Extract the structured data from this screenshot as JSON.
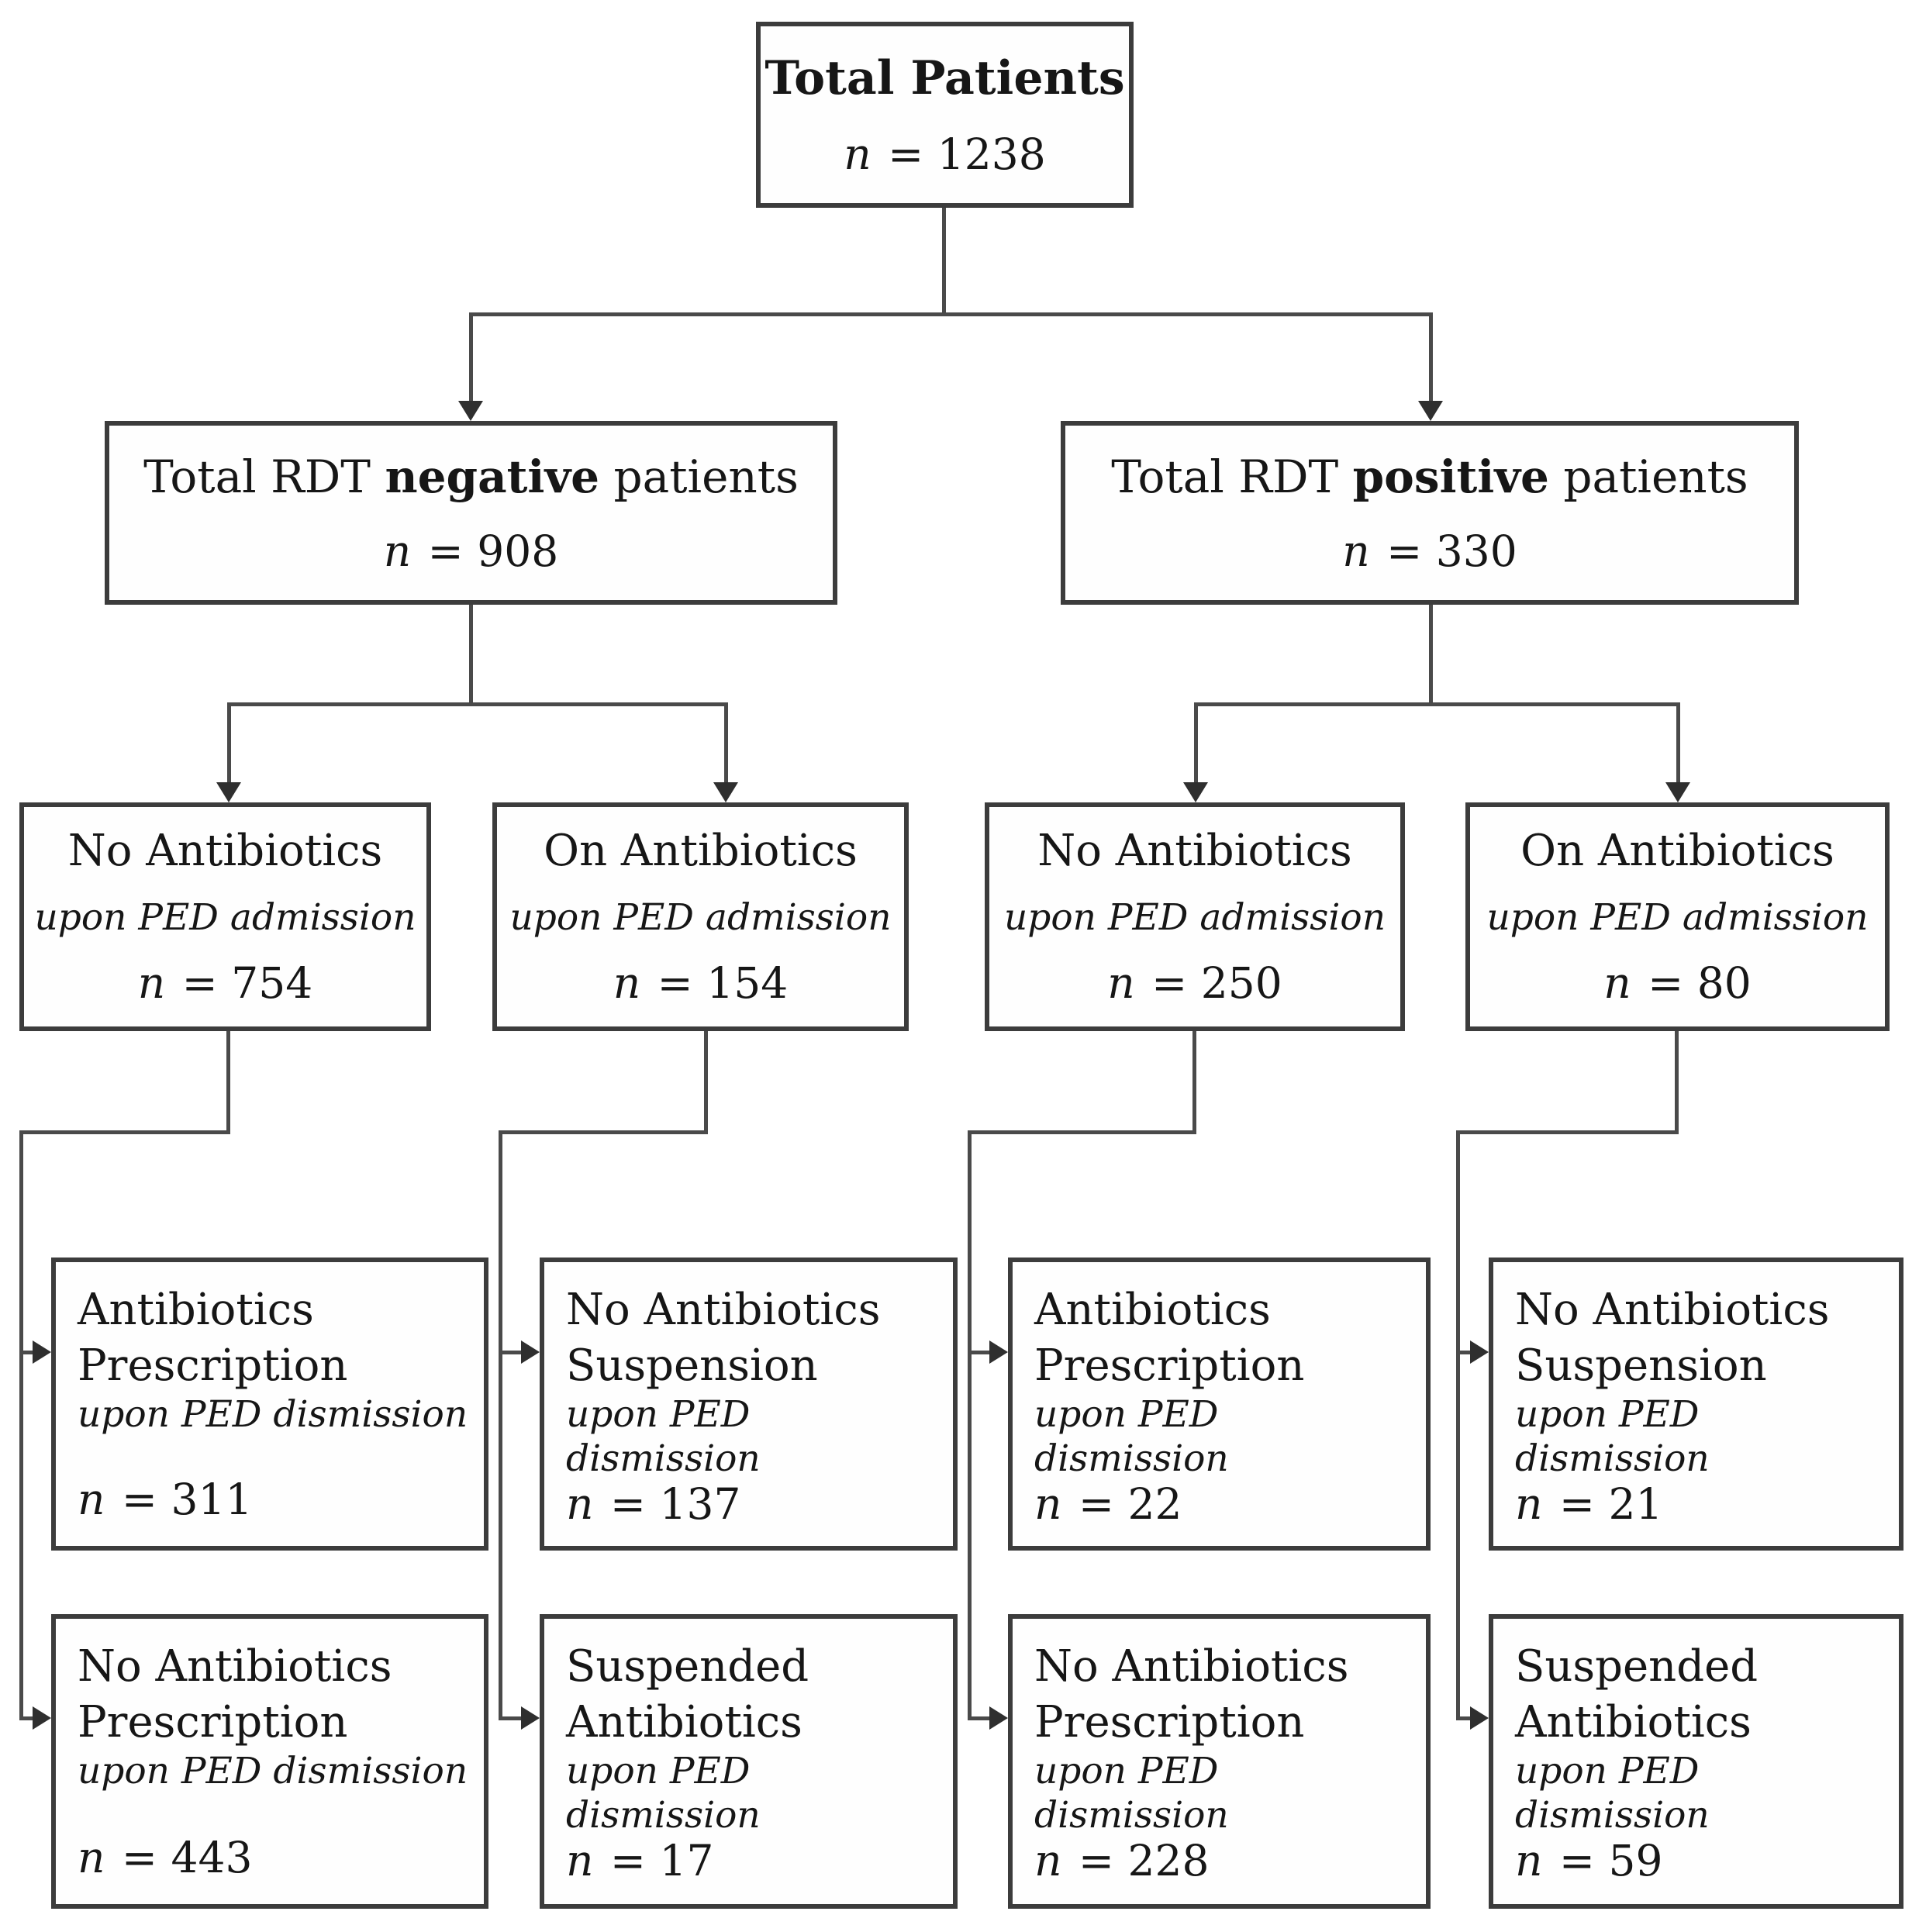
{
  "palette": {
    "background": "#ffffff",
    "box_border": "#3c3c3c",
    "connector": "#4a4a4a",
    "text": "#161616"
  },
  "root": {
    "title": "Total Patients",
    "n_var": "n",
    "n_rest": " = 1238"
  },
  "level2": [
    {
      "title_pre": "Total RDT ",
      "title_bold": "negative",
      "title_post": " patients",
      "n_var": "n",
      "n_rest": " = 908"
    },
    {
      "title_pre": "Total RDT ",
      "title_bold": "positive",
      "title_post": " patients",
      "n_var": "n",
      "n_rest": " = 330"
    }
  ],
  "level3": [
    {
      "title": "No Antibiotics",
      "subtitle": "upon PED admission",
      "n_var": "n",
      "n_rest": " = 754"
    },
    {
      "title": "On Antibiotics",
      "subtitle": "upon PED admission",
      "n_var": "n",
      "n_rest": " = 154"
    },
    {
      "title": "No Antibiotics",
      "subtitle": "upon PED admission",
      "n_var": "n",
      "n_rest": " = 250"
    },
    {
      "title": "On Antibiotics",
      "subtitle": "upon PED admission",
      "n_var": "n",
      "n_rest": " = 80"
    }
  ],
  "level4": [
    {
      "line1": "Antibiotics",
      "line2": "Prescription",
      "subtitle": "upon PED dismission",
      "n_var": "n",
      "n_rest": " = 311"
    },
    {
      "line1": "No Antibiotics",
      "line2": "Suspension",
      "subtitle": "upon PED dismission",
      "n_var": "n",
      "n_rest": " = 137"
    },
    {
      "line1": "Antibiotics",
      "line2": "Prescription",
      "subtitle": "upon PED dismission",
      "n_var": "n",
      "n_rest": " = 22"
    },
    {
      "line1": "No Antibiotics",
      "line2": "Suspension",
      "subtitle": "upon PED dismission",
      "n_var": "n",
      "n_rest": " = 21"
    }
  ],
  "level5": [
    {
      "line1": "No Antibiotics",
      "line2": "Prescription",
      "subtitle": "upon PED dismission",
      "n_var": "n",
      "n_rest": " = 443"
    },
    {
      "line1": "Suspended",
      "line2": "Antibiotics",
      "subtitle": "upon PED dismission",
      "n_var": "n",
      "n_rest": " = 17"
    },
    {
      "line1": "No Antibiotics",
      "line2": "Prescription",
      "subtitle": "upon PED dismission",
      "n_var": "n",
      "n_rest": " = 228"
    },
    {
      "line1": "Suspended",
      "line2": "Antibiotics",
      "subtitle": "upon PED dismission",
      "n_var": "n",
      "n_rest": " = 59"
    }
  ]
}
